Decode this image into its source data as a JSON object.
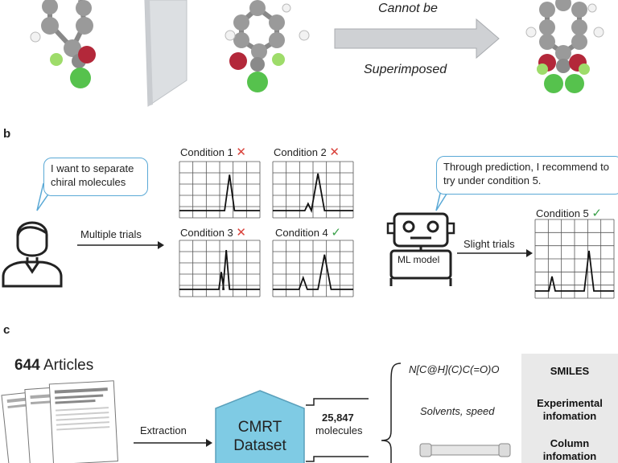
{
  "panel_a": {
    "arrow_top_text": "Cannot  be",
    "arrow_bottom_text": "Superimposed"
  },
  "panel_b": {
    "letter": "b",
    "human_bubble": "I want to separate chiral molecules",
    "multiple_trials": "Multiple trials",
    "conditions": [
      {
        "label": "Condition 1",
        "status": "fail"
      },
      {
        "label": "Condition 2",
        "status": "fail"
      },
      {
        "label": "Condition 3",
        "status": "fail"
      },
      {
        "label": "Condition 4",
        "status": "success"
      }
    ],
    "robot_bubble": "Through prediction, I recommend to try under condition 5.",
    "robot_label": "ML model",
    "slight_trials": "Slight trials",
    "condition5": {
      "label": "Condition 5",
      "status": "success"
    },
    "colors": {
      "fail": "#d9423b",
      "success": "#3aa04a",
      "bubble": "#5aa9d6"
    }
  },
  "panel_c": {
    "letter": "c",
    "articles_count": "644",
    "articles_word": "Articles",
    "extraction": "Extraction",
    "dataset_line1": "CMRT",
    "dataset_line2": "Dataset",
    "molecules_count": "25,847",
    "molecules_word": "molecules",
    "smiles_example": "N[C@H](C)C(=O)O",
    "solvents": "Solvents, speed",
    "labels": [
      "SMILES",
      "Experimental infomation",
      "Column infomation"
    ],
    "dataset_color": "#7fcbe4"
  }
}
